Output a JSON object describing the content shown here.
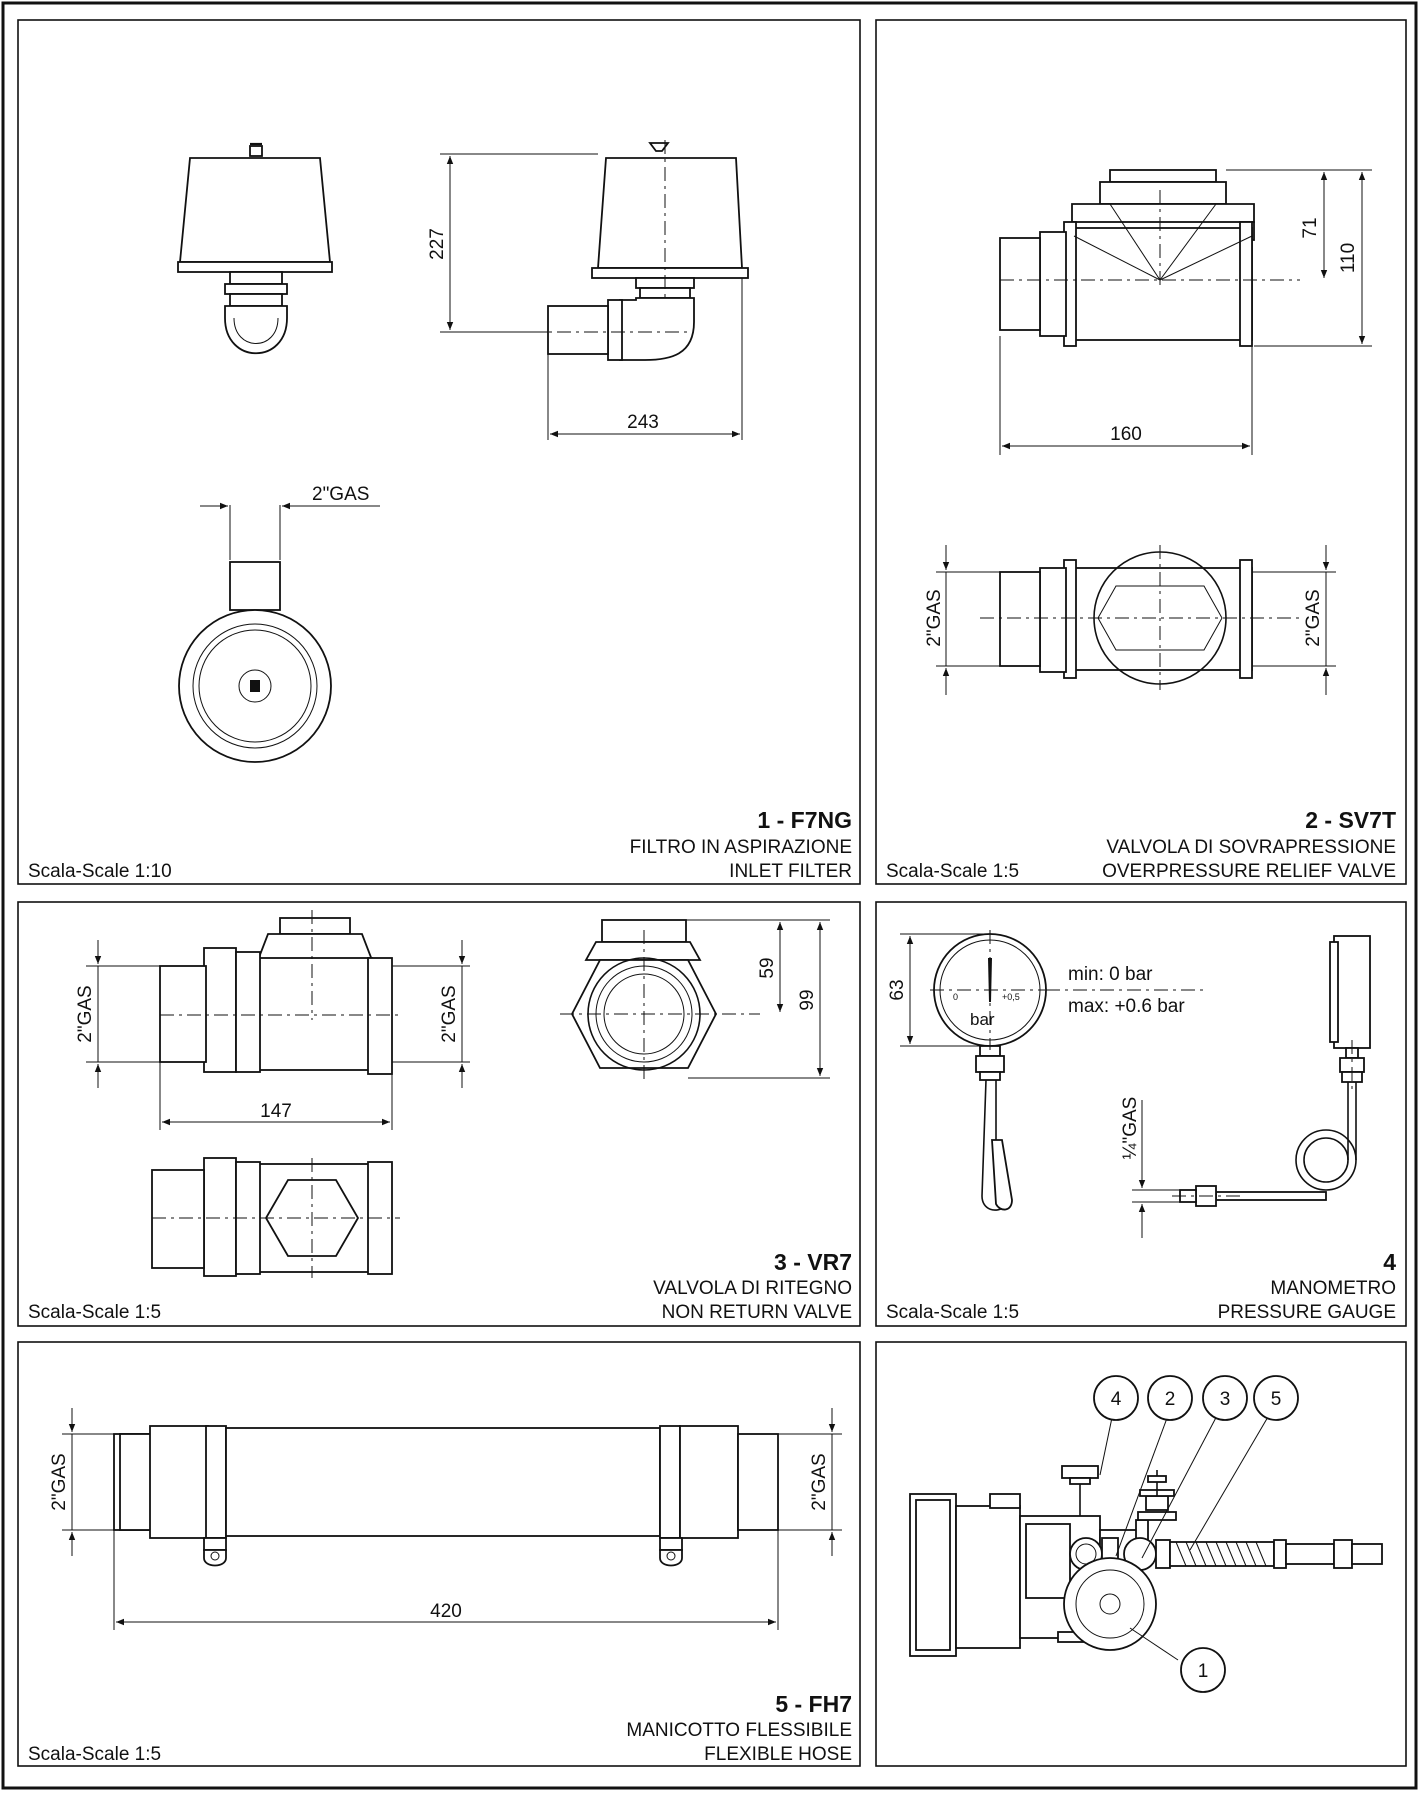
{
  "panels": [
    {
      "code": "1 - F7NG",
      "name_it": "FILTRO IN ASPIRAZIONE",
      "name_en": "INLET FILTER",
      "scale": "Scala-Scale 1:10",
      "dims": {
        "height": "227",
        "width": "243",
        "thread": "2\"GAS"
      }
    },
    {
      "code": "2 - SV7T",
      "name_it": "VALVOLA DI SOVRAPRESSIONE",
      "name_en": "OVERPRESSURE RELIEF VALVE",
      "scale": "Scala-Scale 1:5",
      "dims": {
        "h1": "71",
        "h2": "110",
        "width": "160",
        "thread_left": "2\"GAS",
        "thread_right": "2\"GAS"
      }
    },
    {
      "code": "3 - VR7",
      "name_it": "VALVOLA DI RITEGNO",
      "name_en": "NON RETURN VALVE",
      "scale": "Scala-Scale 1:5",
      "dims": {
        "thread_left": "2\"GAS",
        "thread_right": "2\"GAS",
        "width": "147",
        "h1": "59",
        "h2": "99"
      }
    },
    {
      "code": "4",
      "name_it": "MANOMETRO",
      "name_en": "PRESSURE GAUGE",
      "scale": "Scala-Scale 1:5",
      "dims": {
        "diameter": "63",
        "thread": "¼\"GAS",
        "min": "min: 0 bar",
        "max": "max: +0.6 bar",
        "dial_unit": "bar",
        "dial_zero": "0",
        "dial_max": "+0,5"
      }
    },
    {
      "code": "5 - FH7",
      "name_it": "MANICOTTO FLESSIBILE",
      "name_en": "FLEXIBLE HOSE",
      "scale": "Scala-Scale 1:5",
      "dims": {
        "thread_left": "2\"GAS",
        "thread_right": "2\"GAS",
        "length": "420"
      }
    },
    {
      "callouts": [
        "4",
        "2",
        "3",
        "5",
        "1"
      ]
    }
  ]
}
